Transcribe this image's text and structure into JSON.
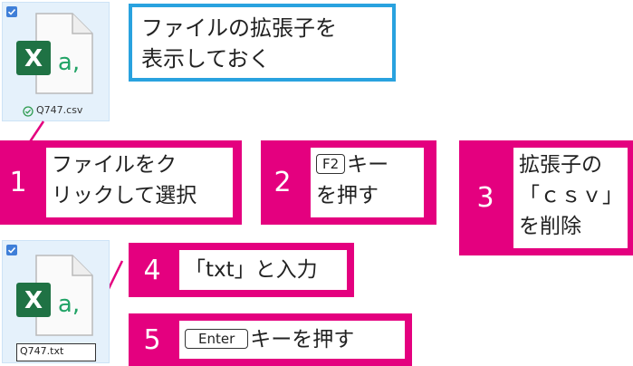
{
  "files": {
    "before": {
      "name": "Q747.csv",
      "sync_icon": "check-circle-icon"
    },
    "after": {
      "name": "Q747.txt"
    },
    "icon": {
      "app_letter": "X",
      "doc_letter": "a,",
      "brand_color": "#1f7244"
    }
  },
  "callout": {
    "line1": "ファイルの拡張子を",
    "line2": "表示しておく"
  },
  "steps": [
    {
      "number": "1",
      "line1": "ファイルをク",
      "line2": "リックして選択"
    },
    {
      "number": "2",
      "key": "F2",
      "line1_rest": "キー",
      "line2": "を押す"
    },
    {
      "number": "3",
      "line1": "拡張子の",
      "line2": "「ｃｓｖ」",
      "line3": "を削除"
    },
    {
      "number": "4",
      "line1": "「txt」と入力"
    },
    {
      "number": "5",
      "key": "Enter",
      "line1_rest": "キーを押す"
    }
  ],
  "colors": {
    "step": "#e4007f",
    "callout_border": "#29a2df",
    "tile": "#e5f1fb"
  }
}
